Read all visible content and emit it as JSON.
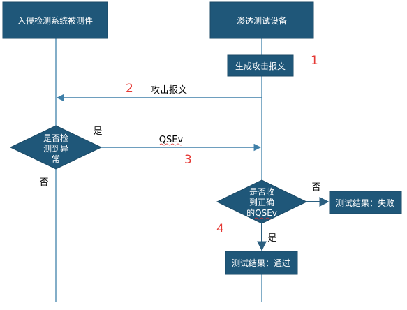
{
  "participants": {
    "left": "入侵检测系统被测件",
    "right": "渗透测试设备"
  },
  "steps": {
    "gen_attack": "生成攻击报文",
    "attack_msg": "攻击报文",
    "qsev": "QSEv",
    "pass_result": "测试结果：通过",
    "fail_result": "测试结果：失败"
  },
  "decisions": {
    "detect_line1": "是否检",
    "detect_line2": "测到异",
    "detect_line3": "常",
    "recv_line1": "是否收",
    "recv_line2": "到正确",
    "recv_line3": "的QSEv"
  },
  "branch_labels": {
    "yes_detect": "是",
    "no_detect": "否",
    "no_recv": "否",
    "yes_recv": "是"
  },
  "step_numbers": [
    "1",
    "2",
    "3",
    "4"
  ],
  "colors": {
    "box_fill": "#1f5779",
    "box_stroke": "#1b4a66",
    "line": "#5a93b6",
    "arrow": "#3e7fa8",
    "number": "#e53935"
  }
}
